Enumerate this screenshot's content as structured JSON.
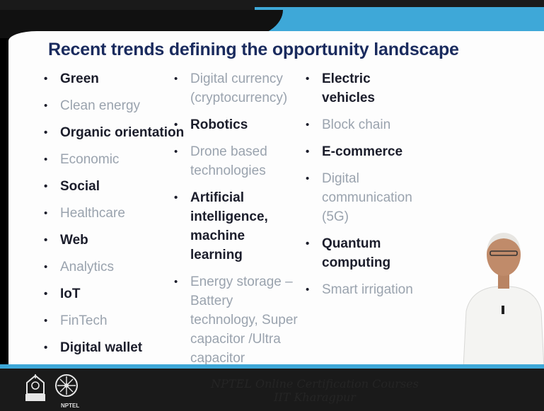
{
  "title": "Recent trends defining the opportunity landscape",
  "columns": [
    {
      "items": [
        {
          "text": "Green",
          "style": "dark"
        },
        {
          "text": "Clean energy",
          "style": "light"
        },
        {
          "text": "Organic orientation",
          "style": "dark"
        },
        {
          "text": "Economic",
          "style": "light"
        },
        {
          "text": "Social",
          "style": "dark"
        },
        {
          "text": "Healthcare",
          "style": "light"
        },
        {
          "text": "Web",
          "style": "dark"
        },
        {
          "text": "Analytics",
          "style": "light"
        },
        {
          "text": "IoT",
          "style": "dark"
        },
        {
          "text": "FinTech",
          "style": "light"
        },
        {
          "text": "Digital wallet",
          "style": "dark"
        }
      ]
    },
    {
      "items": [
        {
          "text": "Digital currency (cryptocurrency)",
          "style": "light"
        },
        {
          "text": "Robotics",
          "style": "dark"
        },
        {
          "text": "Drone based technologies",
          "style": "light"
        },
        {
          "text": "Artificial intelligence, machine learning",
          "style": "dark"
        },
        {
          "text": "Energy storage – Battery technology, Super capacitor /Ultra capacitor",
          "style": "light"
        }
      ]
    },
    {
      "items": [
        {
          "text": "Electric vehicles",
          "style": "dark"
        },
        {
          "text": "Block chain",
          "style": "light"
        },
        {
          "text": "E-commerce",
          "style": "dark"
        },
        {
          "text": "Digital communication (5G)",
          "style": "light"
        },
        {
          "text": "Quantum computing",
          "style": "dark"
        },
        {
          "text": "Smart irrigation",
          "style": "light"
        }
      ]
    }
  ],
  "footer": {
    "line1": "NPTEL Online Certification Courses",
    "line2": "IIT Kharagpur",
    "nptel_label": "NPTEL"
  },
  "colors": {
    "title": "#1a2b5e",
    "dark_item": "#1b1d2b",
    "light_item": "#9aa3ae",
    "accent_blue": "#3ea8d8"
  }
}
